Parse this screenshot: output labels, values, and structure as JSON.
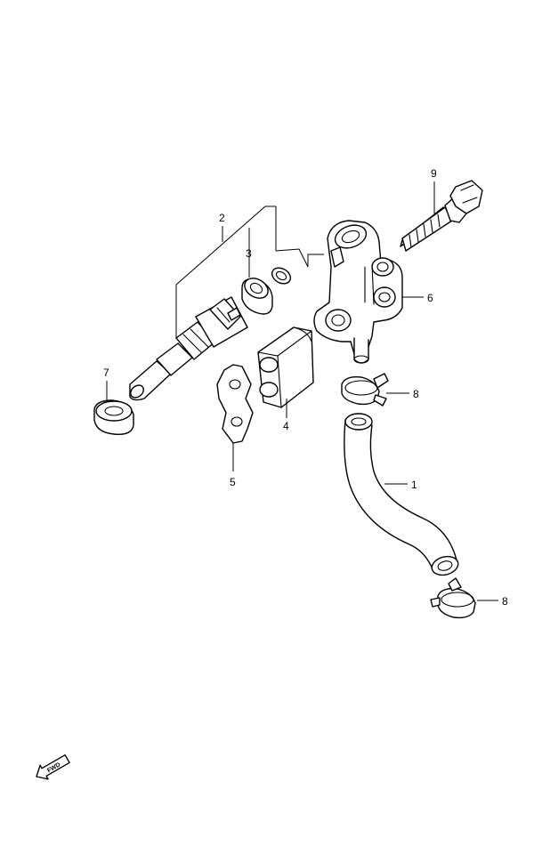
{
  "callouts": [
    {
      "id": "hose",
      "label": "1"
    },
    {
      "id": "sensor",
      "label": "2"
    },
    {
      "id": "grommet",
      "label": "3"
    },
    {
      "id": "gasket-block",
      "label": "4"
    },
    {
      "id": "gasket-plate",
      "label": "5"
    },
    {
      "id": "housing",
      "label": "6"
    },
    {
      "id": "seal",
      "label": "7"
    },
    {
      "id": "clip-upper",
      "label": "8"
    },
    {
      "id": "clip-lower",
      "label": "8"
    },
    {
      "id": "bolt",
      "label": "9"
    }
  ],
  "fwd_label": "FWD",
  "colors": {
    "line": "#000000",
    "background": "#ffffff"
  }
}
